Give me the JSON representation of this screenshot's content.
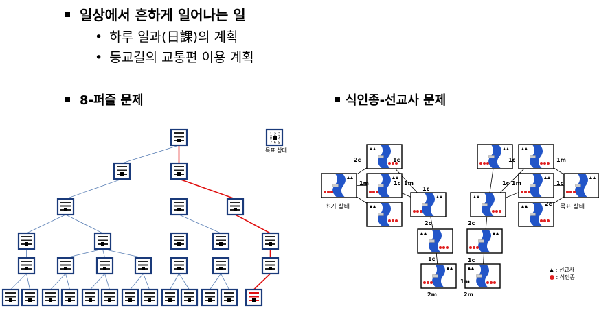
{
  "bullets": {
    "main": "일상에서 흔하게 일어나는 일",
    "subs": [
      "하루 일과(日課)의 계획",
      "등교길의 교통편 이용 계획"
    ]
  },
  "sections": {
    "puzzle": "8-퍼즐 문제",
    "missionary": "식인종-선교사 문제"
  },
  "puzzle": {
    "goal_label": "목표 상태",
    "goal_state": [
      "1",
      "2",
      "3",
      "8",
      "",
      "4",
      "7",
      "6",
      "5"
    ]
  },
  "river": {
    "start_label": "초기 상태",
    "goal_label": "목표 상태",
    "edge_labels": [
      "2c",
      "1c",
      "1m",
      "1c",
      "1m",
      "1c",
      "2c",
      "1c",
      "2m",
      "2m",
      "1m",
      "1c",
      "2c",
      "1c",
      "1m",
      "1c",
      "1m",
      "1c",
      "2c"
    ],
    "legend": {
      "missionary": "선교사",
      "cannibal": "식인종",
      "missionary_symbol": "▲ :",
      "cannibal_symbol": ":"
    }
  }
}
